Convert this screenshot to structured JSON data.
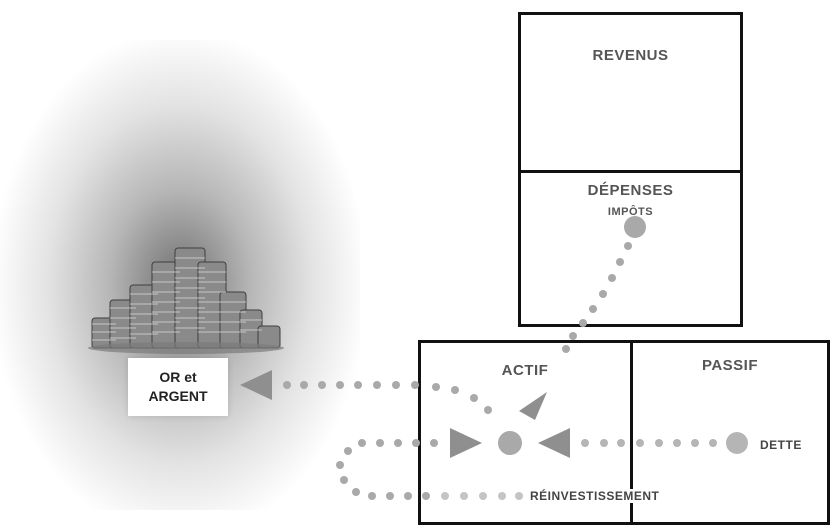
{
  "boxes": {
    "revenus": "REVENUS",
    "depenses": "DÉPENSES",
    "impots": "IMPÔTS",
    "actif": "ACTIF",
    "passif": "PASSIF"
  },
  "labels": {
    "dette": "DETTE",
    "reinvestissement": "RÉINVESTISSEMENT",
    "or_line1": "OR et",
    "or_line2": "ARGENT"
  },
  "colors": {
    "dots": "#a9a9a9",
    "dots_light": "#c4c4c4",
    "arrow": "#8f8f8f",
    "border": "#111111"
  }
}
